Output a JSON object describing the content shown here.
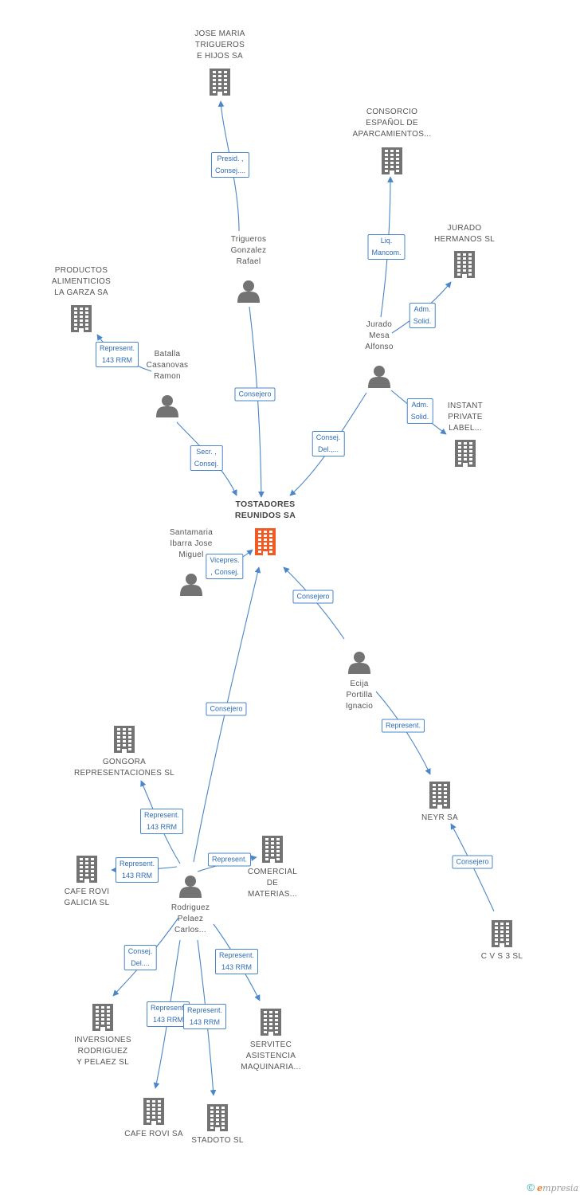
{
  "colors": {
    "edge": "#4a86c8",
    "building": "#737373",
    "main_building": "#f15a24",
    "person": "#737373"
  },
  "nodes": [
    {
      "id": "tostadores",
      "type": "company",
      "main": true,
      "label": "TOSTADORES\nREUNIDOS SA"
    },
    {
      "id": "jose_maria",
      "type": "company",
      "label": "JOSE MARIA\nTRIGUEROS\nE HIJOS SA"
    },
    {
      "id": "consorcio",
      "type": "company",
      "label": "CONSORCIO\nESPAÑOL DE\nAPARCAMIENTOS..."
    },
    {
      "id": "jurado_hermanos",
      "type": "company",
      "label": "JURADO\nHERMANOS SL"
    },
    {
      "id": "productos",
      "type": "company",
      "label": "PRODUCTOS\nALIMENTICIOS\nLA GARZA SA"
    },
    {
      "id": "instant",
      "type": "company",
      "label": "INSTANT\nPRIVATE\nLABEL..."
    },
    {
      "id": "gongora",
      "type": "company",
      "label": "GONGORA\nREPRESENTACIONES SL"
    },
    {
      "id": "neyr",
      "type": "company",
      "label": "NEYR SA"
    },
    {
      "id": "cafe_galicia",
      "type": "company",
      "label": "CAFE ROVI\nGALICIA SL"
    },
    {
      "id": "comercial",
      "type": "company",
      "label": "COMERCIAL\nDE\nMATERIAS..."
    },
    {
      "id": "cvs3",
      "type": "company",
      "label": "C V S 3 SL"
    },
    {
      "id": "inversiones",
      "type": "company",
      "label": "INVERSIONES\nRODRIGUEZ\nY PELAEZ SL"
    },
    {
      "id": "servitec",
      "type": "company",
      "label": "SERVITEC\nASISTENCIA\nMAQUINARIA..."
    },
    {
      "id": "cafe_rovi",
      "type": "company",
      "label": "CAFE ROVI SA"
    },
    {
      "id": "stadoto",
      "type": "company",
      "label": "STADOTO SL"
    },
    {
      "id": "trigueros",
      "type": "person",
      "label": "Trigueros\nGonzalez\nRafael"
    },
    {
      "id": "jurado",
      "type": "person",
      "label": "Jurado\nMesa\nAlfonso"
    },
    {
      "id": "batalla",
      "type": "person",
      "label": "Batalla\nCasanovas\nRamon"
    },
    {
      "id": "santamaria",
      "type": "person",
      "label": "Santamaria\nIbarra Jose\nMiguel"
    },
    {
      "id": "ecija",
      "type": "person",
      "label": "Ecija\nPortilla\nIgnacio"
    },
    {
      "id": "rodriguez",
      "type": "person",
      "label": "Rodriguez\nPelaez\nCarlos..."
    }
  ],
  "edges": [
    {
      "from": "trigueros",
      "to": "jose_maria",
      "label": "Presid. ,\nConsej...."
    },
    {
      "from": "jurado",
      "to": "consorcio",
      "label": "Liq.\nMancom."
    },
    {
      "from": "jurado",
      "to": "jurado_hermanos",
      "label": "Adm.\nSolid."
    },
    {
      "from": "batalla",
      "to": "productos",
      "label": "Represent.\n143 RRM"
    },
    {
      "from": "trigueros",
      "to": "tostadores",
      "label": "Consejero"
    },
    {
      "from": "jurado",
      "to": "instant",
      "label": "Adm.\nSolid."
    },
    {
      "from": "jurado",
      "to": "tostadores",
      "label": "Consej.\nDel.,..."
    },
    {
      "from": "batalla",
      "to": "tostadores",
      "label": "Secr. ,\nConsej."
    },
    {
      "from": "santamaria",
      "to": "tostadores",
      "label": "Vicepres.\n, Consej."
    },
    {
      "from": "ecija",
      "to": "tostadores",
      "label": "Consejero"
    },
    {
      "from": "rodriguez",
      "to": "tostadores",
      "label": "Consejero"
    },
    {
      "from": "ecija",
      "to": "neyr",
      "label": "Represent."
    },
    {
      "from": "rodriguez",
      "to": "gongora",
      "label": "Represent.\n143 RRM"
    },
    {
      "from": "rodriguez",
      "to": "cafe_galicia",
      "label": "Represent.\n143 RRM"
    },
    {
      "from": "rodriguez",
      "to": "comercial",
      "label": "Represent."
    },
    {
      "from": "cvs3",
      "to": "neyr",
      "label": "Consejero"
    },
    {
      "from": "rodriguez",
      "to": "inversiones",
      "label": "Consej.\nDel...."
    },
    {
      "from": "rodriguez",
      "to": "servitec",
      "label": "Represent.\n143 RRM"
    },
    {
      "from": "rodriguez",
      "to": "cafe_rovi",
      "label": "Represent.\n143 RRM"
    },
    {
      "from": "rodriguez",
      "to": "stadoto",
      "label": "Represent.\n143 RRM"
    }
  ],
  "footer": {
    "copyright": "©",
    "brand_first": "e",
    "brand_rest": "mpresia"
  }
}
